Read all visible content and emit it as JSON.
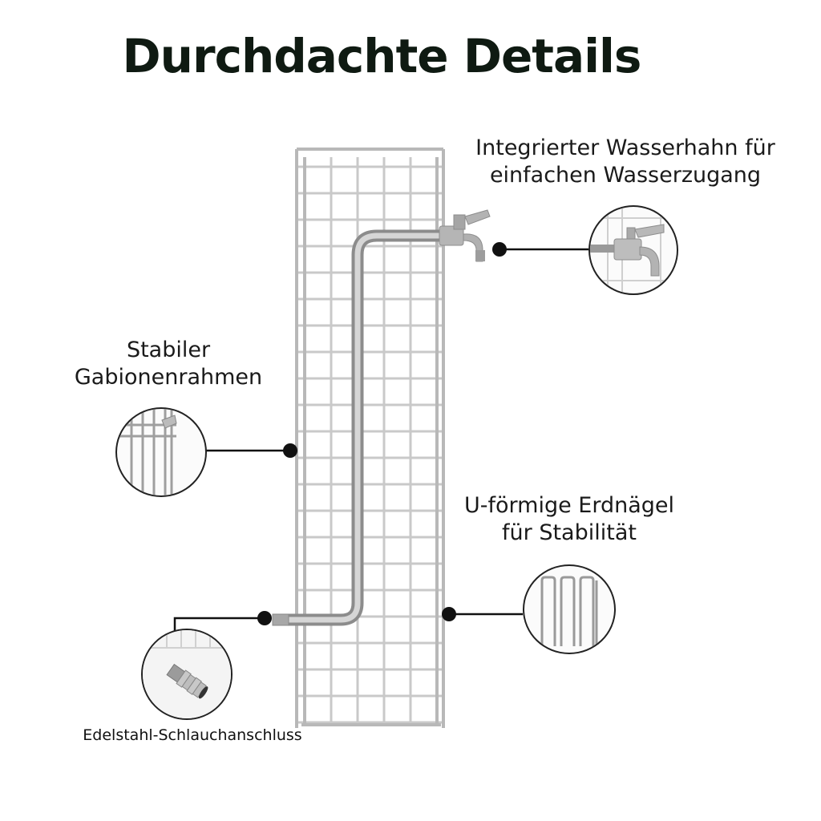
{
  "title": "Durchdachte Details",
  "callouts": {
    "faucet": {
      "line1": "Integrierter Wasserhahn für",
      "line2": "einfachen Wasserzugang"
    },
    "frame": {
      "line1": "Stabiler",
      "line2": "Gabionenrahmen"
    },
    "stakes": {
      "line1": "U-förmige Erdnägel",
      "line2": "für Stabilität"
    },
    "hose": {
      "label": "Edelstahl-Schlauchanschluss"
    }
  },
  "colors": {
    "title": "#0f1a12",
    "wire": "#c9c9c9",
    "pipe": "#a9a9a9",
    "marker": "#111111"
  },
  "icons": {
    "faucet_detail": "faucet-closeup-icon",
    "frame_detail": "frame-closeup-icon",
    "stakes_detail": "u-stakes-icon",
    "hose_detail": "hose-connector-icon"
  }
}
